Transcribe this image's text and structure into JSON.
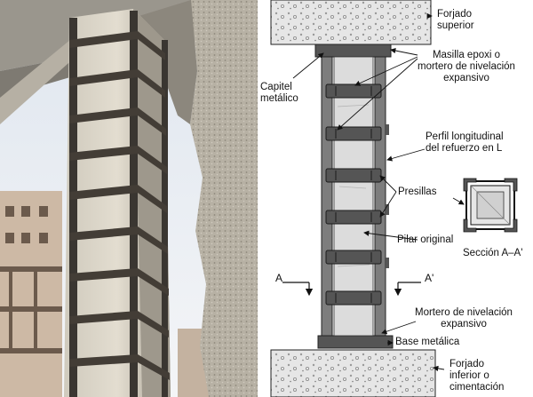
{
  "labels": {
    "forjado_superior": [
      "Forjado",
      "superior"
    ],
    "masilla": [
      "Masilla epoxi o",
      "mortero de nivelación",
      "expansivo"
    ],
    "capitel": [
      "Capitel",
      "metálico"
    ],
    "perfil": [
      "Perfil longitudinal",
      "del refuerzo en L"
    ],
    "presillas": "Presillas",
    "pilar": "Pilar original",
    "seccion": "Sección A–A'",
    "mortero": [
      "Mortero de nivelación",
      "expansivo"
    ],
    "base": "Base metálica",
    "forjado_inferior": [
      "Forjado",
      "inferior o",
      "cimentación"
    ],
    "sec_a": "A",
    "sec_a2": "A'"
  },
  "colors": {
    "concrete": "#e4e4e4",
    "steel": "#555555",
    "pillar": "#d9d9d9"
  }
}
